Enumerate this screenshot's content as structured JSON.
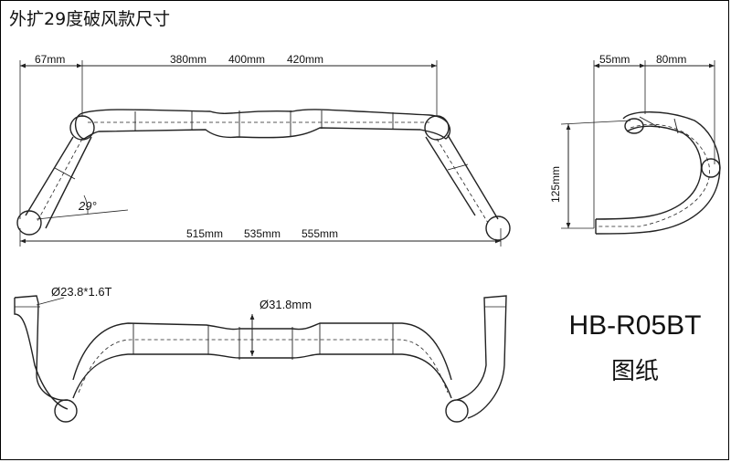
{
  "title": "外扩29度破风款尺寸",
  "model": "HB-R05BT",
  "subtitle": "图纸",
  "front_view": {
    "top_dims": [
      "67mm",
      "380mm",
      "400mm",
      "420mm"
    ],
    "bottom_dims": [
      "515mm",
      "535mm",
      "555mm"
    ],
    "angle": "29°"
  },
  "side_view": {
    "top_dims": [
      "55mm",
      "80mm"
    ],
    "height_dim": "125mm"
  },
  "top_view": {
    "end_diameter": "Ø23.8*1.6T",
    "center_diameter": "Ø31.8mm"
  }
}
